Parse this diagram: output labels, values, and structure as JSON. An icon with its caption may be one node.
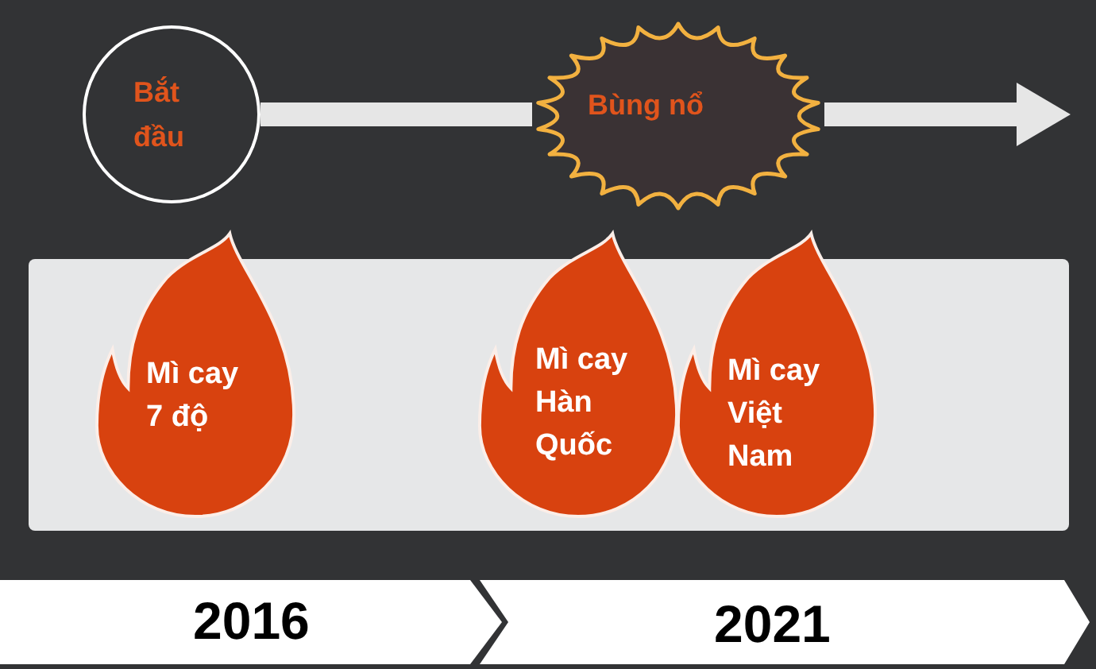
{
  "diagram": {
    "nodes": [
      {
        "text": [
          "Bắt đầu"
        ]
      },
      {
        "text": [
          "Bùng nổ"
        ]
      },
      {
        "text": [],
        "shape": "box"
      },
      {
        "text": [
          "Mì cay 7 độ"
        ],
        "in": 2
      },
      {
        "text": [
          "Mì cay Hàn Quốc"
        ],
        "in": 2
      },
      {
        "text": [
          "Mì cay Việt Nam"
        ],
        "in": 2
      },
      {
        "text": [
          "2016"
        ]
      },
      {
        "text": [
          "2021"
        ]
      }
    ],
    "edges": [
      {
        "from": 0,
        "to": 1,
        "arrow": "none"
      },
      {
        "from": 1,
        "to": null,
        "arrow": "to"
      }
    ]
  }
}
